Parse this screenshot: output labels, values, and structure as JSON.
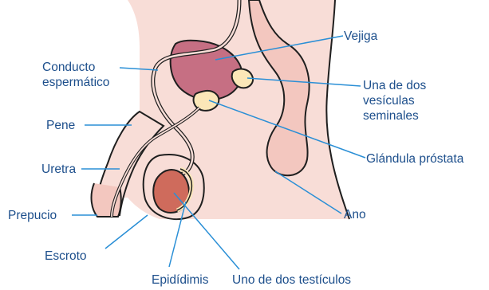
{
  "colors": {
    "label_text": "#1d4f8c",
    "leader_line": "#2a8fd6",
    "outline": "#1f1f1f",
    "skin": "#f8ddd7",
    "tissue": "#f3c7bf",
    "bladder": "#c66f83",
    "vesicle": "#fbe7b8",
    "testicle": "#cf6b5c"
  },
  "labels": {
    "vejiga": "Vejiga",
    "conducto_1": "Conducto",
    "conducto_2": "espermático",
    "vesiculas_1": "Una de dos",
    "vesiculas_2": "vesículas",
    "vesiculas_3": "seminales",
    "pene": "Pene",
    "uretra": "Uretra",
    "prostata": "Glándula próstata",
    "prepucio": "Prepucio",
    "ano": "Ano",
    "escroto": "Escroto",
    "epididimis": "Epidídimis",
    "testiculo": "Uno de dos testículos"
  }
}
